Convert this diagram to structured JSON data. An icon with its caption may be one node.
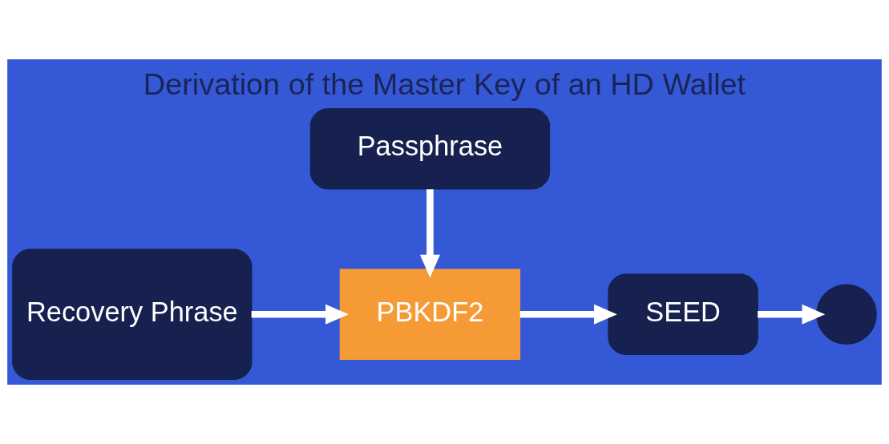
{
  "diagram": {
    "title": "Derivation of the Master Key of an HD Wallet",
    "nodes": [
      {
        "text": [
          "Recovery Phrase"
        ]
      },
      {
        "text": [
          "PBKDF2"
        ]
      },
      {
        "text": [
          "SEED"
        ]
      },
      {
        "text": [],
        "shape": "key"
      },
      {
        "text": [
          "Passphrase"
        ]
      }
    ],
    "edges": [
      {
        "from": 0,
        "to": 1,
        "arrow": "to"
      },
      {
        "from": 1,
        "to": 2,
        "arrow": "to"
      },
      {
        "from": 2,
        "to": 3,
        "arrow": "to"
      },
      {
        "from": 4,
        "to": 1,
        "arrow": "to"
      }
    ]
  }
}
